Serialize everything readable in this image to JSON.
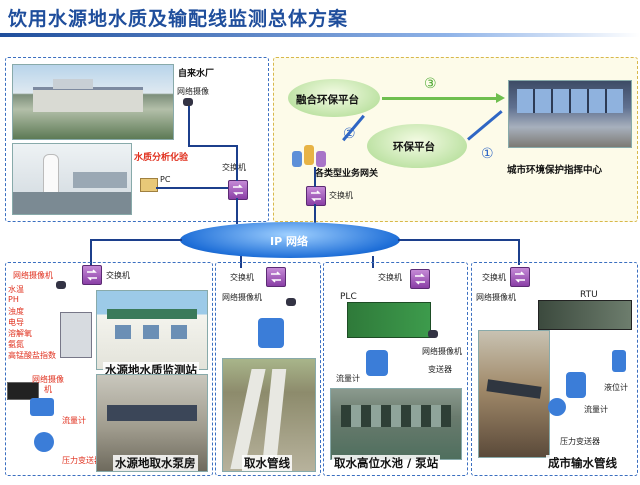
{
  "title": "饮用水源地水质及输配线监测总体方案",
  "top_left": {
    "waterworks": "自来水厂",
    "camera": "网络摄像",
    "lab": "水质分析化验",
    "pc": "PC",
    "switch": "交换机"
  },
  "top_right": {
    "fusion_platform": "融合环保平台",
    "env_platform": "环保平台",
    "command_center": "城市环境保护指挥中心",
    "gateway": "各类型业务网关",
    "switch": "交换机",
    "step1": "①",
    "step2": "②",
    "step3": "③"
  },
  "network": {
    "label": "IP 网络"
  },
  "bottom1": {
    "camera": "网络摄像机",
    "switch": "交换机",
    "params": [
      "水温",
      "PH",
      "浊度",
      "电导",
      "溶解氧",
      "氨氮",
      "高锰酸盐指数"
    ],
    "station": "水源地水质监测站",
    "camera2": "网络摄像",
    "camera2b": "机",
    "flowmeter": "流量计",
    "pressure": "压力变送器",
    "caption": "水源地取水泵房"
  },
  "bottom2": {
    "switch": "交换机",
    "camera": "网络摄像机",
    "caption": "取水管线"
  },
  "bottom3": {
    "switch": "交换机",
    "plc": "PLC",
    "camera": "网络摄像机",
    "flowmeter": "流量计",
    "inverter": "变送器",
    "caption": "取水高位水池 / 泵站"
  },
  "bottom4": {
    "switch": "交换机",
    "camera": "网络摄像机",
    "rtu": "RTU",
    "level": "液位计",
    "flowmeter": "流量计",
    "pressure": "压力变送器",
    "caption": "成市输水管线"
  },
  "colors": {
    "accent": "#1f4e9c",
    "line": "#1c3f8c",
    "red": "#e0301e",
    "green": "#5cb85c"
  }
}
